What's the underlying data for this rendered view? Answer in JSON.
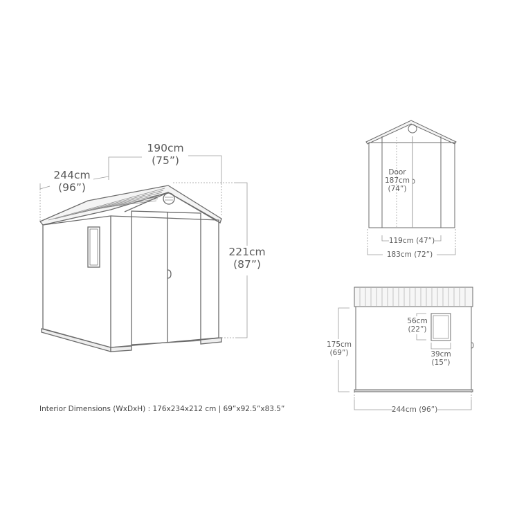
{
  "perspective_view": {
    "width_label": "190cm",
    "width_label_in": "(75”)",
    "depth_label": "244cm",
    "depth_label_in": "(96”)",
    "height_label": "221cm",
    "height_label_in": "(87”)"
  },
  "front_view": {
    "door_label": "Door",
    "door_height": "187cm",
    "door_height_in": "(74”)",
    "door_width": "119cm (47”)",
    "total_width": "183cm (72”)"
  },
  "side_view": {
    "wall_height": "175cm",
    "wall_height_in": "(69”)",
    "window_height": "56cm",
    "window_height_in": "(22”)",
    "window_width": "39cm",
    "window_width_in": "(15”)",
    "length": "244cm (96”)"
  },
  "caption": "Interior Dimensions (WxDxH) : 176x234x212 cm | 69”x92.5”x83.5”",
  "colors": {
    "line": "#6b6b6b",
    "dim": "#9a9a9a",
    "roof": "#777777"
  }
}
